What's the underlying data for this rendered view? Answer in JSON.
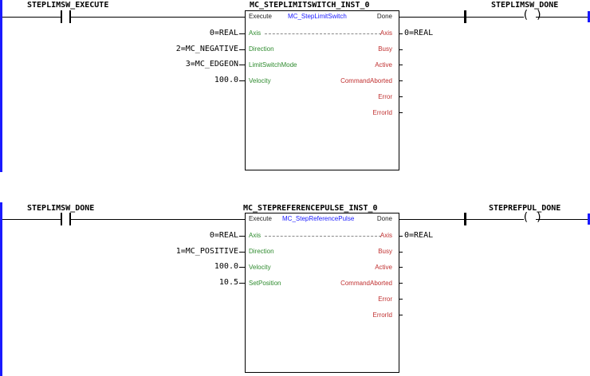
{
  "rungs": [
    {
      "contact_label": "STEPLIMSW_EXECUTE",
      "instance_name": "MC_STEPLIMITSWITCH_INST_0",
      "fb_type": "MC_StepLimitSwitch",
      "pin_execute": "Execute",
      "pin_done": "Done",
      "inputs": [
        {
          "name": "Axis",
          "value": "0=REAL"
        },
        {
          "name": "Direction",
          "value": "2=MC_NEGATIVE"
        },
        {
          "name": "LimitSwitchMode",
          "value": "3=MC_EDGEON"
        },
        {
          "name": "Velocity",
          "value": "100.0"
        }
      ],
      "outputs": [
        "Axis",
        "Busy",
        "Active",
        "CommandAborted",
        "Error",
        "ErrorId"
      ],
      "axis_out_value": "0=REAL",
      "coil_label": "STEPLIMSW_DONE"
    },
    {
      "contact_label": "STEPLIMSW_DONE",
      "instance_name": "MC_STEPREFERENCEPULSE_INST_0",
      "fb_type": "MC_StepReferencePulse",
      "pin_execute": "Execute",
      "pin_done": "Done",
      "inputs": [
        {
          "name": "Axis",
          "value": "0=REAL"
        },
        {
          "name": "Direction",
          "value": "1=MC_POSITIVE"
        },
        {
          "name": "Velocity",
          "value": "100.0"
        },
        {
          "name": "SetPosition",
          "value": "10.5"
        }
      ],
      "outputs": [
        "Axis",
        "Busy",
        "Active",
        "CommandAborted",
        "Error",
        "ErrorId"
      ],
      "axis_out_value": "0=REAL",
      "coil_label": "STEPREFPUL_DONE"
    }
  ],
  "colors": {
    "rail": "#1a1aff",
    "input_pin": "#2e8b2e",
    "output_pin": "#c03030",
    "fb_type": "#1a1aff"
  }
}
